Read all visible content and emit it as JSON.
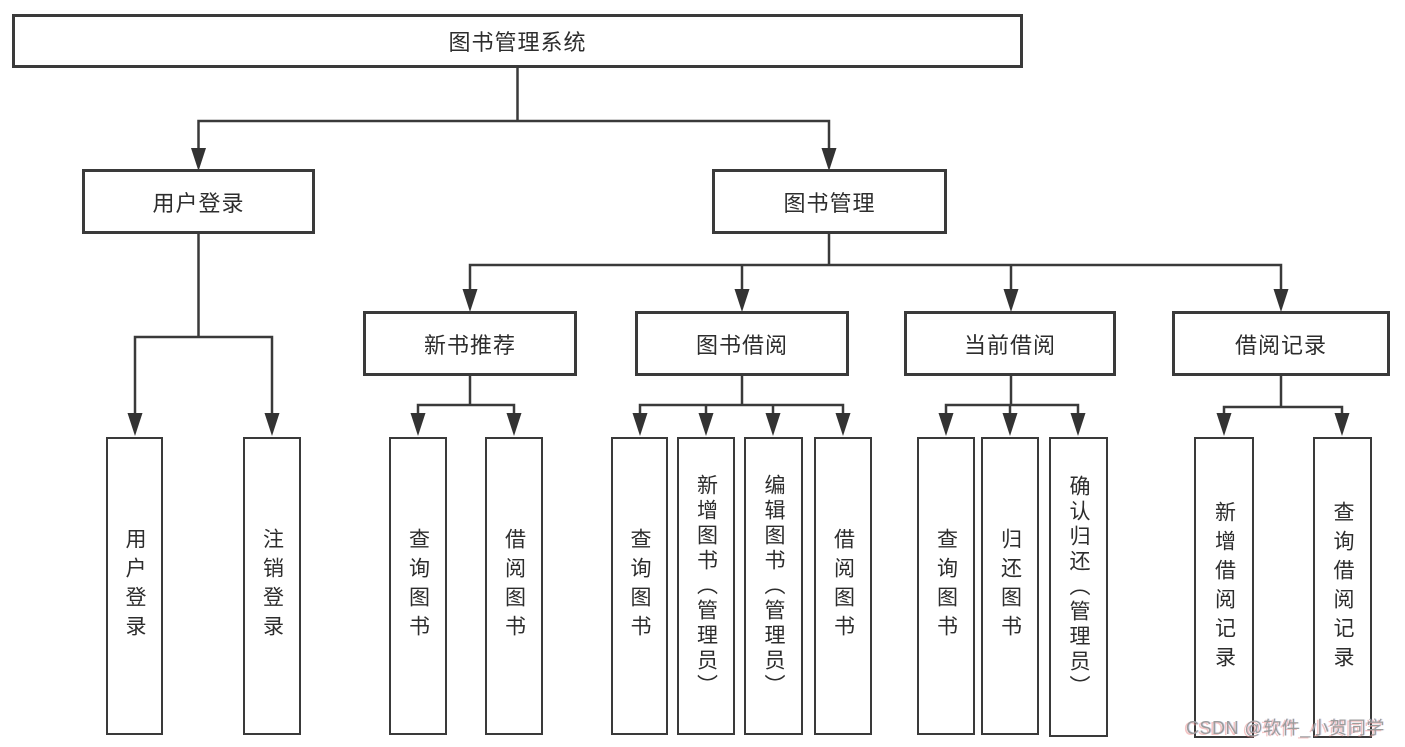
{
  "diagram": {
    "root": {
      "id": "system",
      "label": "图书管理系统",
      "children": [
        "用户登录",
        "图书管理"
      ]
    },
    "level2": [
      {
        "id": "user-login",
        "label": "用户登录",
        "children": [
          "用户登录",
          "注销登录"
        ]
      },
      {
        "id": "book-management",
        "label": "图书管理",
        "children": [
          "新书推荐",
          "图书借阅",
          "当前借阅",
          "借阅记录"
        ]
      }
    ],
    "level3": [
      {
        "id": "new-book-recommend",
        "label": "新书推荐",
        "parent": "图书管理",
        "children": [
          "查询图书",
          "借阅图书"
        ]
      },
      {
        "id": "book-borrow",
        "label": "图书借阅",
        "parent": "图书管理",
        "children": [
          "查询图书",
          "新增图书（管理员）",
          "编辑图书（管理员）",
          "借阅图书"
        ]
      },
      {
        "id": "current-borrow",
        "label": "当前借阅",
        "parent": "图书管理",
        "children": [
          "查询图书",
          "归还图书",
          "确认归还（管理员）"
        ]
      },
      {
        "id": "borrow-records",
        "label": "借阅记录",
        "parent": "图书管理",
        "children": [
          "新增借阅记录",
          "查询借阅记录"
        ]
      }
    ],
    "leaves": [
      {
        "id": "leaf-user-login",
        "label": "用户登录",
        "parent": "用户登录"
      },
      {
        "id": "leaf-logout",
        "label": "注销登录",
        "parent": "用户登录"
      },
      {
        "id": "leaf-rec-query-books",
        "label": "查询图书",
        "parent": "新书推荐"
      },
      {
        "id": "leaf-rec-borrow-books",
        "label": "借阅图书",
        "parent": "新书推荐"
      },
      {
        "id": "leaf-bb-query-books",
        "label": "查询图书",
        "parent": "图书借阅"
      },
      {
        "id": "leaf-bb-add-books-admin",
        "label": "新增图书（管理员）",
        "parent": "图书借阅"
      },
      {
        "id": "leaf-bb-edit-books-admin",
        "label": "编辑图书（管理员）",
        "parent": "图书借阅"
      },
      {
        "id": "leaf-bb-borrow-books",
        "label": "借阅图书",
        "parent": "图书借阅"
      },
      {
        "id": "leaf-cb-query-books",
        "label": "查询图书",
        "parent": "当前借阅"
      },
      {
        "id": "leaf-cb-return-books",
        "label": "归还图书",
        "parent": "当前借阅"
      },
      {
        "id": "leaf-cb-confirm-return",
        "label": "确认归还（管理员）",
        "parent": "当前借阅"
      },
      {
        "id": "leaf-br-add-record",
        "label": "新增借阅记录",
        "parent": "借阅记录"
      },
      {
        "id": "leaf-br-query-record",
        "label": "查询借阅记录",
        "parent": "借阅记录"
      }
    ],
    "watermark": {
      "text": "CSDN @软件_小贺同学"
    },
    "colors": {
      "line": "#3a3a3a",
      "border": "#3a3a3a",
      "text": "#2d2d2d",
      "background": "#ffffff",
      "watermark": "#9c9c9c"
    }
  }
}
